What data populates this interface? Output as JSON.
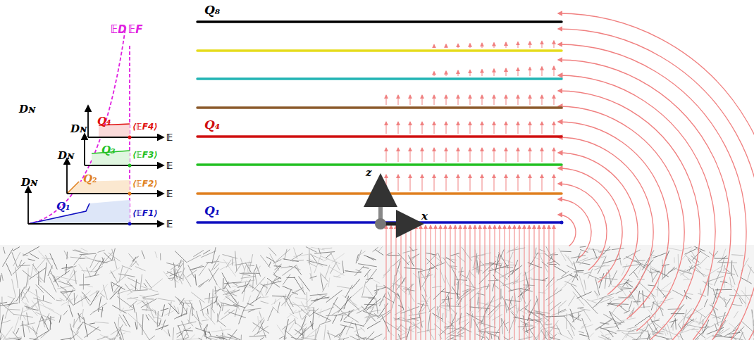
{
  "diagram": {
    "labels": [
      "Q₈",
      "Q₄",
      "Q₁",
      "𝔼D",
      "𝔼F",
      "Dɴ",
      "Dɴ",
      "Dɴ",
      "Dɴ",
      "Q₄",
      "Q₃",
      "Q₂",
      "Q₁",
      "⟨𝔼F4⟩",
      "⟨𝔼F3⟩",
      "⟨𝔼F2⟩",
      "⟨𝔼F1⟩",
      "𝔼",
      "𝔼",
      "𝔼",
      "𝔼",
      "z",
      "x"
    ]
  }
}
